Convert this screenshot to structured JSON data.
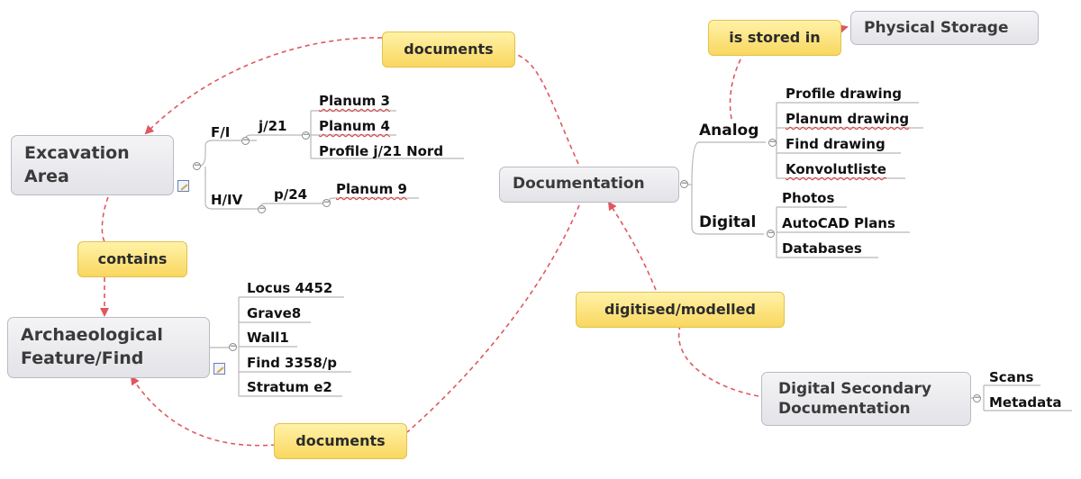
{
  "nodes": {
    "excavation_area": [
      "Excavation",
      "Area"
    ],
    "archaeological_feature": [
      "Archaeological",
      "Feature/Find"
    ],
    "documentation": "Documentation",
    "physical_storage": "Physical Storage",
    "digital_secondary": [
      "Digital Secondary",
      "Documentation"
    ]
  },
  "relations": {
    "documents_top": "documents",
    "documents_bottom": "documents",
    "contains": "contains",
    "is_stored_in": "is stored in",
    "digitised_modelled": "digitised/modelled"
  },
  "excavation_branches": {
    "fi": "F/I",
    "j21": "j/21",
    "planum3": "Planum 3",
    "planum4": "Planum 4",
    "profile_j21": "Profile j/21 Nord",
    "hiv": "H/IV",
    "p24": "p/24",
    "planum9": "Planum 9"
  },
  "feature_items": [
    "Locus 4452",
    "Grave8",
    "Wall1",
    "Find 3358/p",
    "Stratum e2"
  ],
  "documentation_branches": {
    "analog": "Analog",
    "analog_items": [
      "Profile drawing",
      "Planum drawing",
      "Find drawing",
      "Konvolutliste"
    ],
    "digital": "Digital",
    "digital_items": [
      "Photos",
      "AutoCAD Plans",
      "Databases"
    ]
  },
  "secondary_items": [
    "Scans",
    "Metadata"
  ],
  "colors": {
    "relation_line": "#e0575f",
    "tree_line": "#b8b8b8",
    "relation_fill": "#fbdc6e",
    "node_fill": "#e8e8ec"
  }
}
